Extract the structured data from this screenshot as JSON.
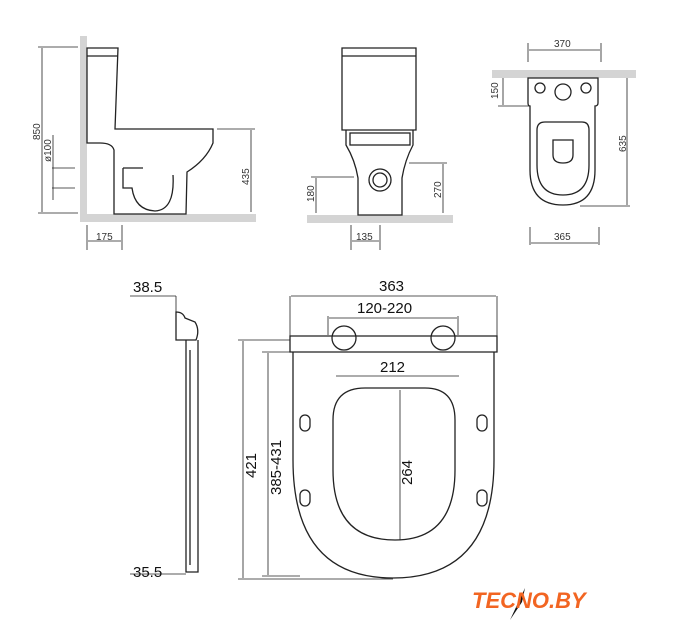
{
  "dimensions": {
    "side_height": "850",
    "pipe_diameter": "ø100",
    "seat_height": "435",
    "wall_offset": "175",
    "front_inlet_height": "180",
    "front_outlet_height": "270",
    "front_width": "135",
    "top_tank_width": "370",
    "top_tank_depth": "150",
    "top_length": "635",
    "top_bowl_width": "365",
    "seat_thickness_top": "38.5",
    "seat_thickness_bottom": "35.5",
    "seat_width": "363",
    "hinge_spacing": "120-220",
    "opening_width": "212",
    "opening_length": "264",
    "seat_length": "421",
    "seat_length_range": "385-431"
  },
  "logo": {
    "text": "TECNO.BY",
    "color": "#f26522"
  }
}
